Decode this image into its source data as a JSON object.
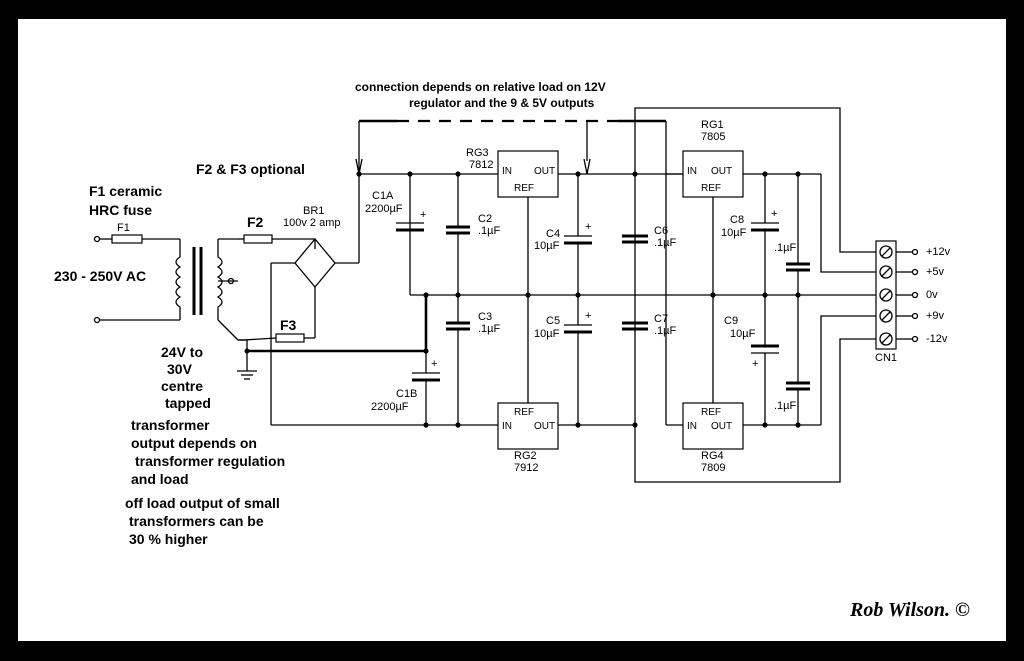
{
  "notes": {
    "connection_line1": "connection depends on relative load on 12V",
    "connection_line2": "regulator and the 9 & 5V outputs",
    "f2f3_optional": "F2 & F3 optional",
    "f1_line1": "F1 ceramic",
    "f1_line2": "HRC fuse",
    "mains": "230 - 250V AC",
    "transformer": [
      "24V to",
      "30V",
      "centre",
      "tapped",
      "transformer",
      "output depends on",
      "transformer regulation",
      "and load",
      "off load output of small",
      "transformers can be",
      "30 % higher"
    ]
  },
  "fuses": {
    "f1": "F1",
    "f2": "F2",
    "f3": "F3"
  },
  "bridge": {
    "name": "BR1",
    "rating": "100v  2 amp"
  },
  "capacitors": {
    "c1a": {
      "name": "C1A",
      "value": "2200µF"
    },
    "c1b": {
      "name": "C1B",
      "value": "2200µF"
    },
    "c2": {
      "name": "C2",
      "value": ".1µF"
    },
    "c3": {
      "name": "C3",
      "value": ".1µF"
    },
    "c4": {
      "name": "C4",
      "value": "10µF"
    },
    "c5": {
      "name": "C5",
      "value": "10µF"
    },
    "c6": {
      "name": "C6",
      "value": ".1µF"
    },
    "c7": {
      "name": "C7",
      "value": ".1µF"
    },
    "c8": {
      "name": "C8",
      "value": "10µF"
    },
    "c9": {
      "name": "C9",
      "value": "10µF"
    },
    "c10_value": ".1µF",
    "c11_value": ".1µF",
    "plus": "+"
  },
  "regulators": {
    "rg1": {
      "name": "RG1",
      "part": "7805"
    },
    "rg2": {
      "name": "RG2",
      "part": "7912"
    },
    "rg3": {
      "name": "RG3",
      "part": "7812"
    },
    "rg4": {
      "name": "RG4",
      "part": "7809"
    },
    "pin_in": "IN",
    "pin_out": "OUT",
    "pin_ref": "REF"
  },
  "connector": {
    "name": "CN1",
    "outputs": [
      "+12v",
      "+5v",
      "0v",
      "+9v",
      "-12v"
    ]
  },
  "signature": "Rob Wilson. ©"
}
